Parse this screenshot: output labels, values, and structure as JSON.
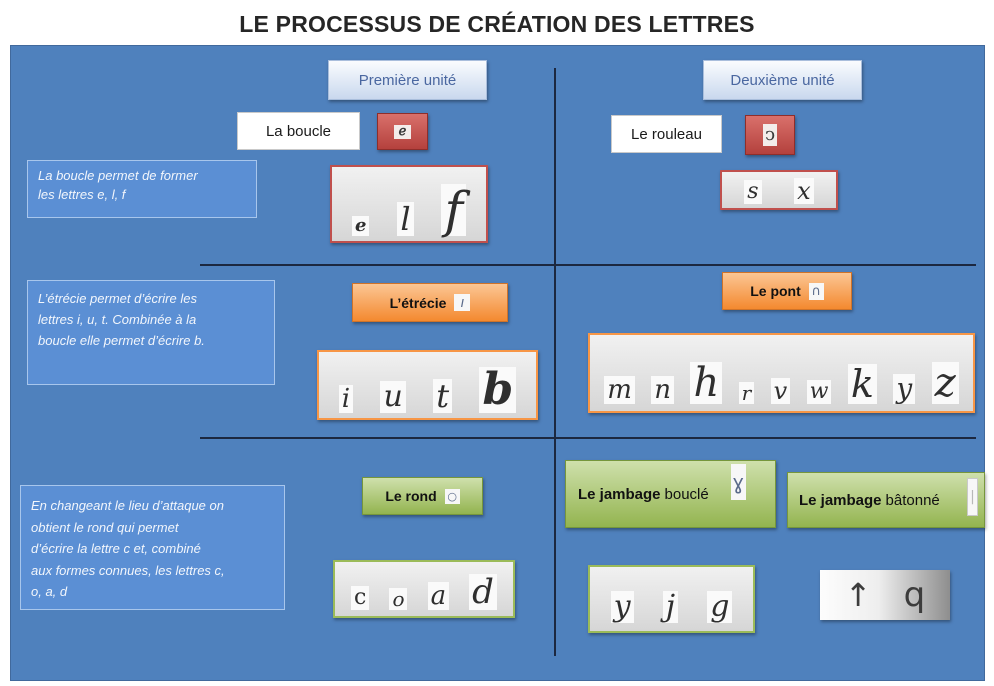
{
  "title": "LE PROCESSUS DE CRÉATION DES LETTRES",
  "colors": {
    "panel": "#4f81bd",
    "red": "#c0504d",
    "orange": "#f79646",
    "green": "#9bbb59",
    "divider": "#1c2840",
    "description_box": "#5b8fd4"
  },
  "units": {
    "first": "Première unité",
    "second": "Deuxième unité"
  },
  "boucle": {
    "label": "La boucle",
    "glyph": "ℯ",
    "description": [
      "La boucle permet de former",
      "les lettres e, l, f"
    ],
    "letters": [
      "e",
      "l",
      "f"
    ]
  },
  "rouleau": {
    "label": "Le rouleau",
    "glyph": "ↄ",
    "letters": [
      "s",
      "x"
    ]
  },
  "etrecie": {
    "label": "L’étrécie",
    "glyph": "ı",
    "description": [
      "L’étrécie permet d’écrire les",
      "lettres i, u, t. Combinée à la",
      "boucle elle permet d’écrire b."
    ],
    "letters": [
      "i",
      "u",
      "t",
      "b"
    ]
  },
  "pont": {
    "label": "Le pont",
    "glyph": "∩",
    "letters": [
      "m",
      "n",
      "h",
      "r",
      "v",
      "w",
      "k",
      "y",
      "z"
    ]
  },
  "rond": {
    "label": "Le rond",
    "glyph": "○",
    "description": [
      "En changeant le lieu d’attaque on",
      "obtient le rond qui permet",
      "d’écrire la lettre c et, combiné",
      "aux formes connues, les lettres c,",
      "o, a, d"
    ],
    "letters": [
      "c",
      "o",
      "a",
      "d"
    ]
  },
  "jambage_boucle": {
    "label_bold": "Le jambage",
    "label_rest": "bouclé",
    "glyph": "ɣ",
    "letters": [
      "y",
      "j",
      "g"
    ]
  },
  "jambage_batonne": {
    "label_bold": "Le jambage",
    "label_rest": "bâtonné",
    "glyph": "|",
    "letters": [
      "↑",
      "q"
    ]
  }
}
